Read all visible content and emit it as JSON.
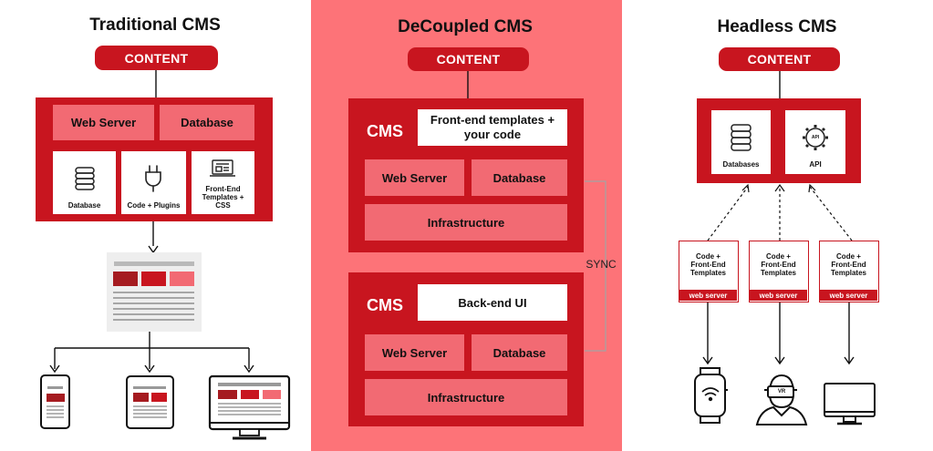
{
  "traditional": {
    "title": "Traditional CMS",
    "content": "CONTENT",
    "web_server": "Web Server",
    "database": "Database",
    "icons": [
      {
        "label": "Database",
        "icon": "database-icon"
      },
      {
        "label": "Code + Plugins",
        "icon": "plug-icon"
      },
      {
        "label": "Front-End\nTemplates +\nCSS",
        "icon": "template-icon"
      }
    ]
  },
  "decoupled": {
    "title": "DeCoupled CMS",
    "content": "CONTENT",
    "top": {
      "cms": "CMS",
      "header": "Front-end templates +\nyour code",
      "web_server": "Web Server",
      "database": "Database",
      "infra": "Infrastructure"
    },
    "sync": "SYNC",
    "bottom": {
      "cms": "CMS",
      "header": "Back-end UI",
      "web_server": "Web Server",
      "database": "Database",
      "infra": "Infrastructure"
    }
  },
  "headless": {
    "title": "Headless CMS",
    "content": "CONTENT",
    "databases": "Databases",
    "api": "API",
    "api_badge": "API",
    "frontends": [
      {
        "text": "Code +\nFront-End\nTemplates",
        "footer": "web server"
      },
      {
        "text": "Code +\nFront-End\nTemplates",
        "footer": "web server"
      },
      {
        "text": "Code +\nFront-End\nTemplates",
        "footer": "web server"
      }
    ],
    "vr_label": "VR"
  },
  "colors": {
    "primary_red": "#c8151f",
    "panel_pink": "#f26a73",
    "light_red": "#f7a1a6"
  }
}
